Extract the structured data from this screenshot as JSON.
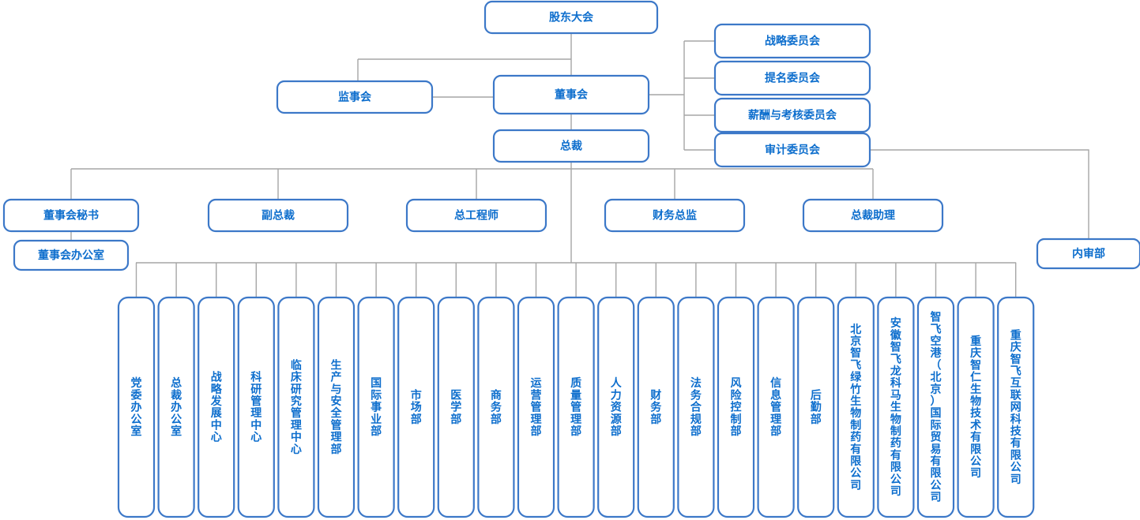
{
  "meta": {
    "title": "组织结构图",
    "colors": {
      "box_border": "#3c78c8",
      "box_fill": "#ffffff",
      "text": "#0d6ecd",
      "connector": "#a6a6a6",
      "background": "#ffffff"
    }
  },
  "nodes": {
    "shareholders_meeting": "股东大会",
    "board_of_supervisors": "监事会",
    "board_of_directors": "董事会",
    "president": "总裁",
    "internal_audit": "内审部"
  },
  "committees": [
    "战略委员会",
    "提名委员会",
    "薪酬与考核委员会",
    "审计委员会"
  ],
  "executives": [
    "董事会秘书",
    "副总裁",
    "总工程师",
    "财务总监",
    "总裁助理"
  ],
  "board_office": "董事会办公室",
  "departments": [
    "党委办公室",
    "总裁办公室",
    "战略发展中心",
    "科研管理中心",
    "临床研究管理中心",
    "生产与安全管理部",
    "国际事业部",
    "市场部",
    "医学部",
    "商务部",
    "运营管理部",
    "质量管理部",
    "人力资源部",
    "财务部",
    "法务合规部",
    "风险控制部",
    "信息管理部",
    "后勤部",
    "北京智飞绿竹生物制药有限公司",
    "安徽智飞龙科马生物制药有限公司",
    "智飞空港（北京）国际贸易有限公司",
    "重庆智仁生物技术有限公司",
    "重庆智飞互联网科技有限公司"
  ]
}
